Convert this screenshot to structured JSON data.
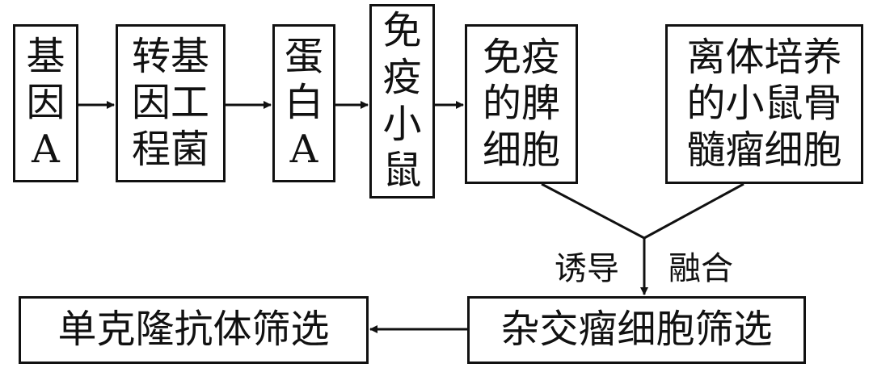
{
  "nodes": {
    "gene_a": "基\n因\nA",
    "transgenic_bacteria": "转基\n因工\n程菌",
    "protein_a": "蛋\n白\nA",
    "immunized_mouse": "免\n疫\n小\n鼠",
    "spleen_cells": "免疫\n的脾\n细胞",
    "myeloma_cells": "离体培养\n的小鼠骨\n髓瘤细胞",
    "hybridoma_screening": "杂交瘤细胞筛选",
    "monoclonal_screening": "单克隆抗体筛选"
  },
  "edge_labels": {
    "induce": "诱导",
    "fusion": "融合"
  }
}
